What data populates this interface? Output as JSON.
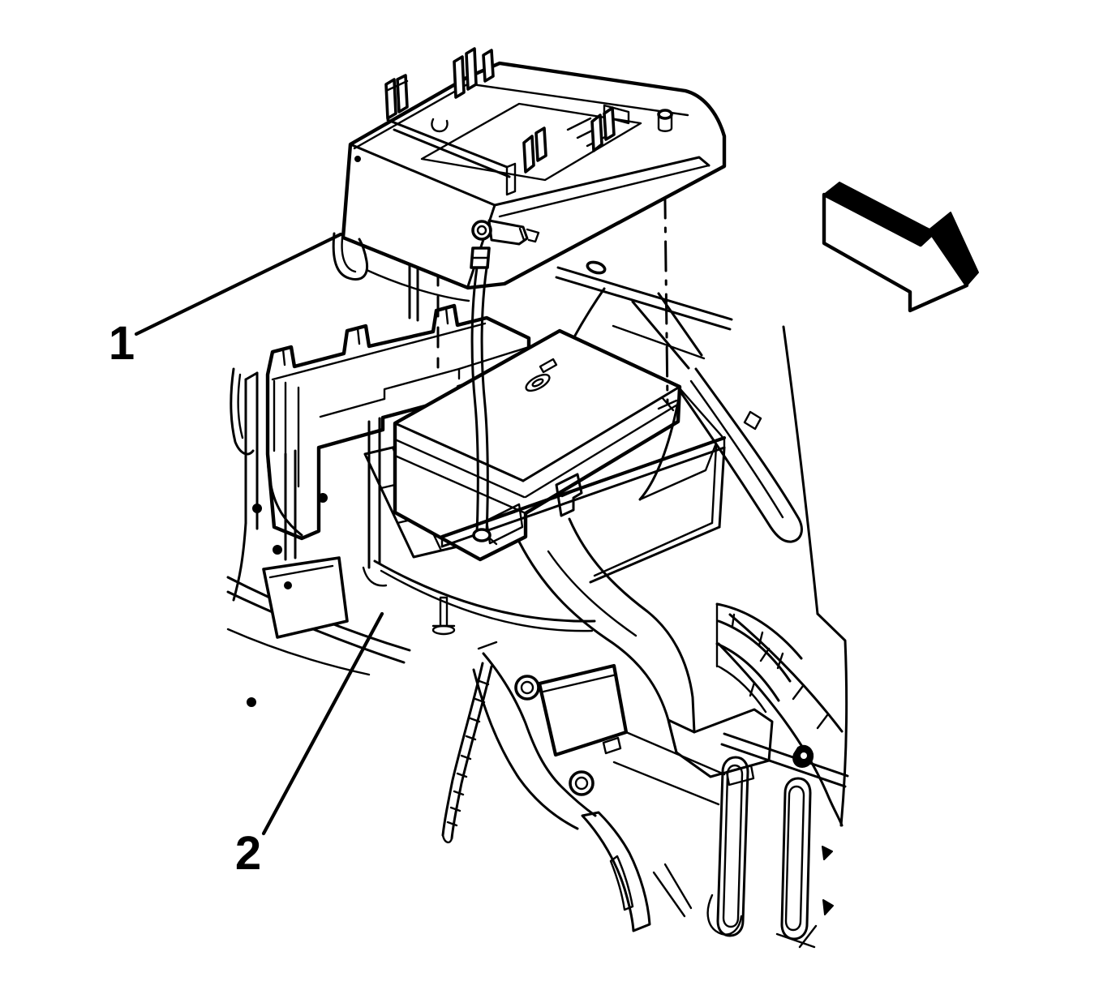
{
  "figure": {
    "type": "service-manual-line-art",
    "callouts": [
      {
        "label": "1"
      },
      {
        "label": "2"
      }
    ],
    "icons": {
      "direction_arrow": "removal-direction-arrow-down-right"
    },
    "colors": {
      "line": "#000000",
      "background": "#ffffff"
    }
  }
}
